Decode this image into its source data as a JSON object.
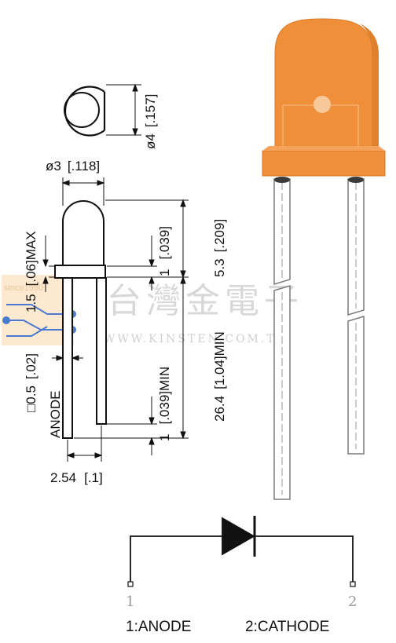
{
  "dimensions": {
    "lens_diameter": "ø3",
    "lens_diameter_in": "[.118]",
    "flange_diameter": "ø4",
    "flange_diameter_in": "[.157]",
    "flange_max": "1.5",
    "flange_max_in": "[.06]MAX",
    "lead_square": "□0.5",
    "lead_square_in": "[.02]",
    "flange_height": "1",
    "flange_height_in": "[.039]",
    "body_height": "5.3",
    "body_height_in": "[.209]",
    "lead_offset_min": "1",
    "lead_offset_min_in": "[.039]MIN",
    "lead_length_min": "26.4",
    "lead_length_min_in": "[1.04]MIN",
    "pitch": "2.54",
    "pitch_in": "[.1]"
  },
  "labels": {
    "anode_side": "ANODE",
    "legend_anode": "1:ANODE",
    "legend_cathode": "2:CATHODE",
    "pin1": "1",
    "pin2": "2"
  },
  "watermark": {
    "since": "since1990",
    "cjk": "台灣金電子",
    "url": "WWW.KINSTEN.COM.TW"
  },
  "colors": {
    "led_body": "#ef8f3a",
    "led_body_dark": "#d97a2a",
    "led_highlight": "#f7c89a",
    "line": "#111111"
  }
}
